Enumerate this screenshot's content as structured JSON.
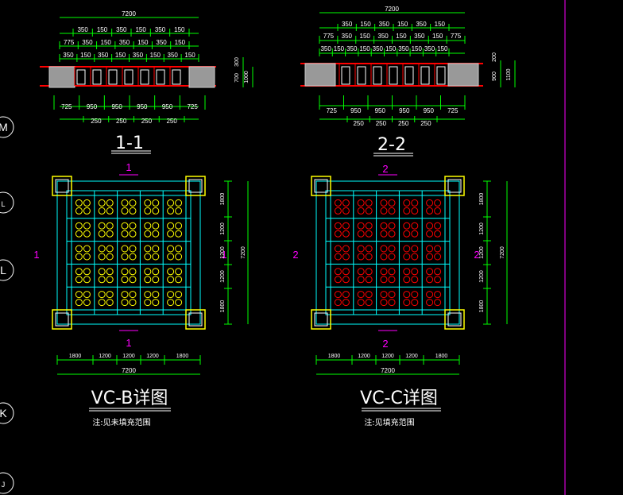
{
  "section_1_1": {
    "top_total": "7200",
    "row1": [
      "350",
      "150",
      "350",
      "150",
      "350",
      "150"
    ],
    "row2": [
      "775",
      "350",
      "150",
      "350",
      "150",
      "350",
      "150"
    ],
    "row3": [
      "350",
      "150",
      "350",
      "150",
      "350",
      "150",
      "350",
      "150"
    ],
    "side": [
      "300",
      "700",
      "1000"
    ],
    "bottom1": [
      "725",
      "950",
      "950",
      "950",
      "950",
      "725"
    ],
    "bottom2": [
      "250",
      "250",
      "250",
      "250"
    ],
    "label": "1-1"
  },
  "section_2_2": {
    "top_total": "7200",
    "row1": [
      "350",
      "150",
      "350",
      "150",
      "350",
      "150"
    ],
    "row2": [
      "775",
      "350",
      "150",
      "350",
      "150",
      "350",
      "150",
      "775"
    ],
    "row3": [
      "350",
      "150",
      "350",
      "150",
      "350",
      "150",
      "350",
      "150",
      "350",
      "150"
    ],
    "side": [
      "200",
      "900",
      "1100"
    ],
    "bottom1": [
      "725",
      "950",
      "950",
      "950",
      "950",
      "725"
    ],
    "bottom2": [
      "250",
      "250",
      "250",
      "250"
    ],
    "label": "2-2"
  },
  "plan_b": {
    "title": "VC-B详图",
    "note": "注:见未填充范围",
    "cut_top": "1",
    "cut_bottom": "1",
    "side_left": "1",
    "side_right": "1",
    "right_dims": [
      "1800",
      "1200",
      "1200",
      "1200",
      "1800"
    ],
    "right_total": "7200",
    "bottom_dims": [
      "1800",
      "1200",
      "1200",
      "1200",
      "1800"
    ],
    "bottom_total": "7200",
    "void_color": "#ffff00"
  },
  "plan_c": {
    "title": "VC-C详图",
    "note": "注:见填充范围",
    "cut_top": "2",
    "cut_bottom": "2",
    "side_left": "2",
    "side_right": "2",
    "right_dims": [
      "1800",
      "1200",
      "1200",
      "1200",
      "1800"
    ],
    "right_total": "7200",
    "bottom_dims": [
      "1800",
      "1200",
      "1200",
      "1200",
      "1800"
    ],
    "bottom_total": "7200",
    "void_color": "#ff0000"
  },
  "axis_bubbles": [
    "M",
    "L",
    "L",
    "K",
    "J"
  ],
  "colors": {
    "dim": "#00ff00",
    "beam": "#00ffff",
    "cut": "#ff00ff",
    "frame": "#ff00ff"
  }
}
